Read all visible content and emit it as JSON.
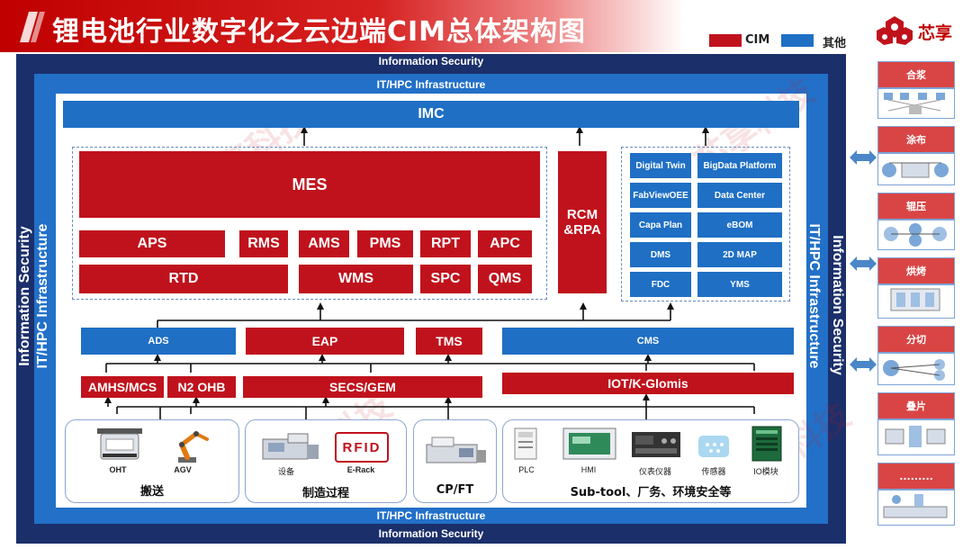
{
  "header": {
    "title": "锂电池行业数字化之云边端CIM总体架构图",
    "legend": [
      {
        "label": "CIM",
        "color": "#c0121c"
      },
      {
        "label": "其他",
        "color": "#1f6fc4"
      }
    ],
    "logo_text": "芯享"
  },
  "watermark_text": "芯享科技",
  "frames": {
    "outer_label": "Information  Security",
    "inner_label": "IT/HPC Infrastructure"
  },
  "top": {
    "imc": "IMC",
    "mes": "MES",
    "mes_modules_row1": [
      "APS",
      "RMS",
      "AMS",
      "PMS",
      "RPT",
      "APC"
    ],
    "mes_modules_row2": [
      "RTD",
      "WMS",
      "SPC",
      "QMS"
    ],
    "rcm": "RCM &RPA",
    "other_systems": [
      [
        "Digital Twin",
        "BigData Platform"
      ],
      [
        "FabViewOEE",
        "Data Center"
      ],
      [
        "Capa Plan",
        "eBOM"
      ],
      [
        "DMS",
        "2D MAP"
      ],
      [
        "FDC",
        "YMS"
      ]
    ]
  },
  "middle": {
    "row1": [
      "ADS",
      "EAP",
      "TMS",
      "CMS"
    ],
    "row2": [
      "AMHS/MCS",
      "N2 OHB",
      "SECS/GEM",
      "IOT/K-Glomis"
    ]
  },
  "bottom": {
    "panels": [
      {
        "title": "搬送",
        "items": [
          "OHT",
          "AGV"
        ]
      },
      {
        "title": "制造过程",
        "items": [
          "设备",
          "E-Rack"
        ]
      },
      {
        "title": "CP/FT",
        "items": []
      },
      {
        "title": "Sub-tool、厂务、环境安全等",
        "items": [
          "PLC",
          "HMI",
          "仪表仪器",
          "传感器",
          "IO模块"
        ]
      }
    ],
    "rfid_label": "RFID"
  },
  "process": [
    "合浆",
    "涂布",
    "辊压",
    "烘烤",
    "分切",
    "叠片",
    "........."
  ]
}
